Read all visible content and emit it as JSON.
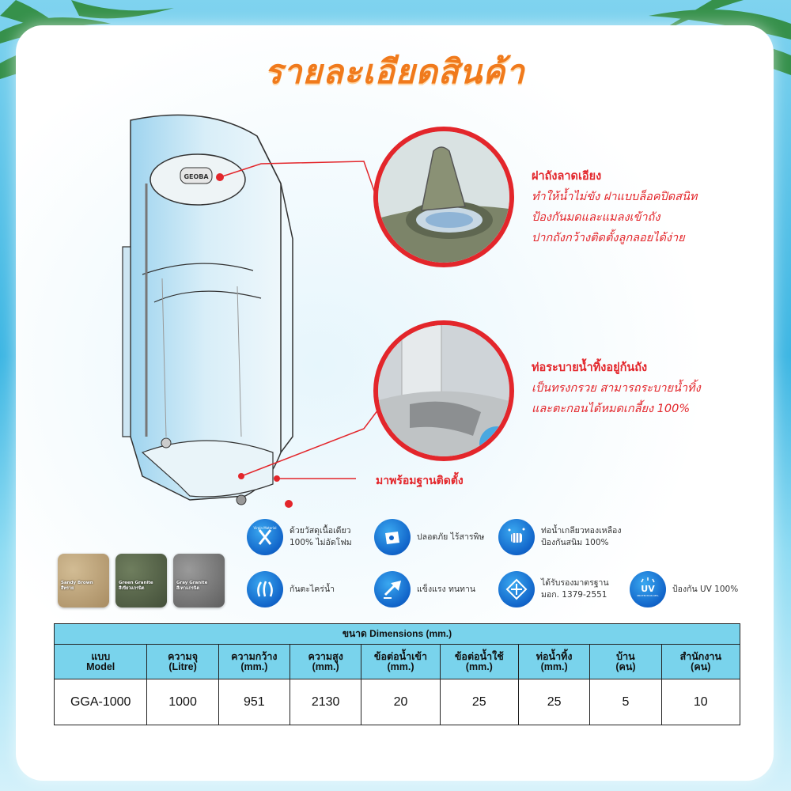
{
  "title": "รายละเอียดสินค้า",
  "callouts": [
    {
      "heading": "ฝาถังลาดเอียง",
      "lines": [
        "ทำให้น้ำไม่ขัง ฝาแบบล็อคปิดสนิท",
        "ป้องกันมดและแมลงเข้าถัง",
        "ปากถังกว้างติดตั้งลูกลอยได้ง่าย"
      ]
    },
    {
      "heading": "ท่อระบายน้ำทิ้งอยู่ก้นถัง",
      "lines": [
        "เป็นทรงกรวย สามารถระบายน้ำทิ้ง",
        "และตะกอนได้หมดเกลี้ยง 100%"
      ]
    }
  ],
  "base_label": "มาพร้อมฐานติดตั้ง",
  "tank_logo": "GEOBA",
  "features": [
    {
      "icon": "virgin-material-icon",
      "lines": [
        "ด้วยวัสดุเนื้อเดียว",
        "100% ไม่อัดโฟม"
      ],
      "icon_text": "Virgin Material"
    },
    {
      "icon": "safe-nontoxic-icon",
      "lines": [
        "ปลอดภัย ไร้สารพิษ"
      ]
    },
    {
      "icon": "brass-fitting-icon",
      "lines": [
        "ท่อน้ำเกลียวทองเหลือง",
        "ป้องกันสนิม 100%"
      ]
    },
    {
      "icon": "anti-algae-icon",
      "lines": [
        "กันตะไคร่น้ำ"
      ]
    },
    {
      "icon": "strong-durable-icon",
      "lines": [
        "แข็งแรง ทนทาน"
      ]
    },
    {
      "icon": "tis-standard-icon",
      "lines": [
        "ได้รับรองมาตรฐาน",
        "มอก. 1379-2551"
      ]
    },
    {
      "icon": "uv-protection-icon",
      "lines": [
        "ป้องกัน UV 100%"
      ],
      "icon_text": "UV",
      "icon_subtext": "PROTECTION 98%"
    }
  ],
  "swatches": [
    {
      "name": "Sandy Brown",
      "thai": "สีทราย",
      "color": "#b8a07a"
    },
    {
      "name": "Green Granite",
      "thai": "สีเขียวแกรนิต",
      "color": "#5a6b4e"
    },
    {
      "name": "Gray Granite",
      "thai": "สีเทาแกรนิต",
      "color": "#7d7d7d"
    }
  ],
  "table": {
    "caption": "ขนาด Dimensions (mm.)",
    "headers": [
      [
        "แบบ",
        "Model"
      ],
      [
        "ความจุ",
        "(Litre)"
      ],
      [
        "ความกว้าง",
        "(mm.)"
      ],
      [
        "ความสูง",
        "(mm.)"
      ],
      [
        "ข้อต่อน้ำเข้า",
        "(mm.)"
      ],
      [
        "ข้อต่อน้ำใช้",
        "(mm.)"
      ],
      [
        "ท่อน้ำทิ้ง",
        "(mm.)"
      ],
      [
        "บ้าน",
        "(คน)"
      ],
      [
        "สำนักงาน",
        "(คน)"
      ]
    ],
    "row": [
      "GGA-1000",
      "1000",
      "951",
      "2130",
      "20",
      "25",
      "25",
      "5",
      "10"
    ]
  },
  "colors": {
    "accent_red": "#e3262b",
    "title_orange": "#f07a1c",
    "table_header": "#79d3ec",
    "icon_blue": "#1164c9"
  }
}
